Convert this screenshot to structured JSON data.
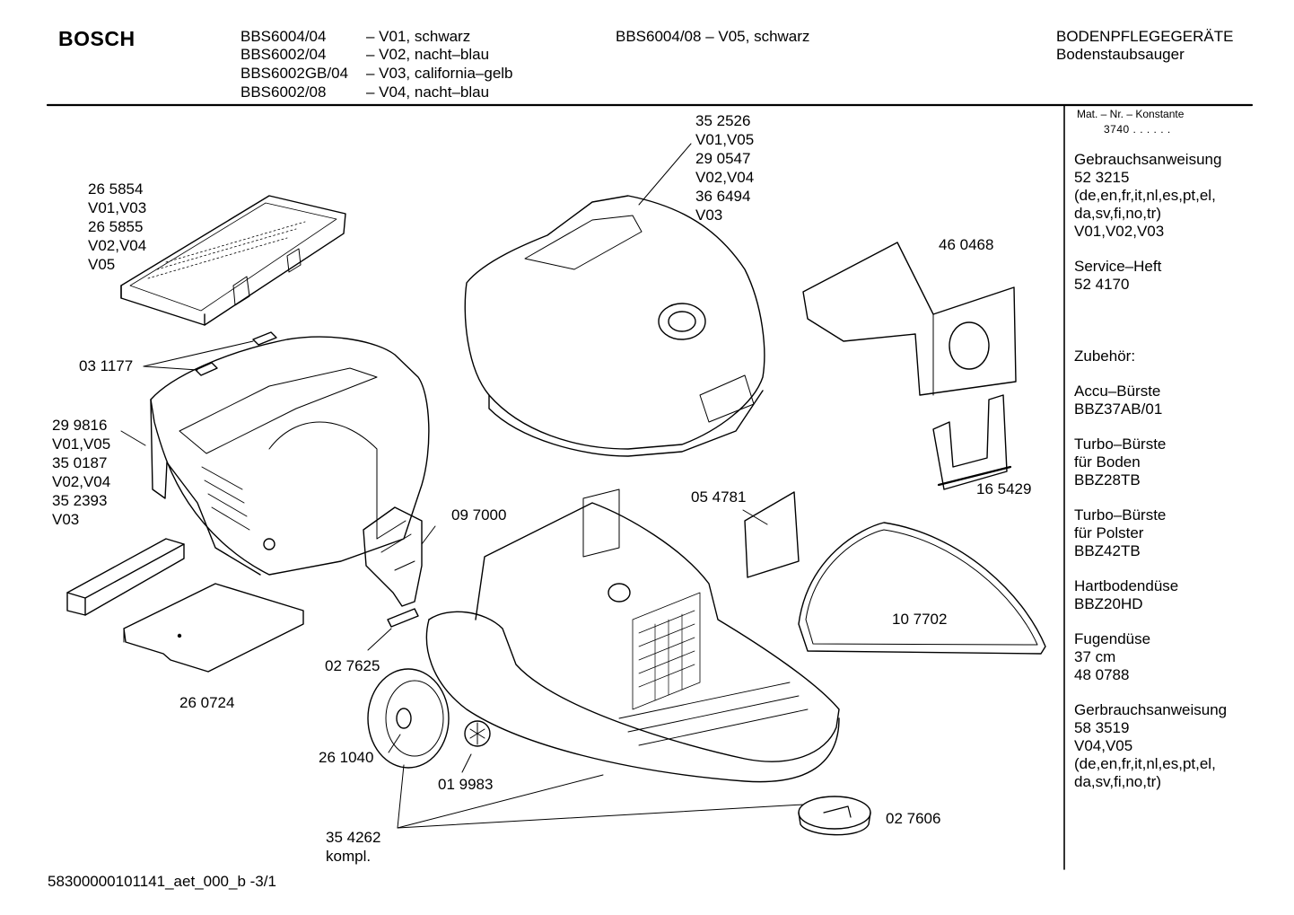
{
  "header": {
    "brand": "BOSCH",
    "models": [
      {
        "model": "BBS6004/04",
        "variant": "– V01, schwarz"
      },
      {
        "model": "BBS6002/04",
        "variant": "– V02, nacht–blau"
      },
      {
        "model": "BBS6002GB/04",
        "variant": "– V03, california–gelb"
      },
      {
        "model": "BBS6002/08",
        "variant": "– V04, nacht–blau"
      }
    ],
    "model_extra": "BBS6004/08 – V05, schwarz",
    "category": "BODENPFLEGEGERÄTE",
    "subcategory": "Bodenstaubsauger"
  },
  "sidebar": {
    "constant_label": "Mat. – Nr. – Konstante",
    "constant_value": "3740 . . . . . .",
    "blocks": [
      [
        "Gebrauchsanweisung",
        "52 3215",
        "(de,en,fr,it,nl,es,pt,el,",
        "da,sv,fi,no,tr)",
        "V01,V02,V03"
      ],
      [
        "Service–Heft",
        "52 4170"
      ],
      [
        "Zubehör:"
      ],
      [
        "Accu–Bürste",
        "BBZ37AB/01"
      ],
      [
        "Turbo–Bürste",
        "für Boden",
        "BBZ28TB"
      ],
      [
        "Turbo–Bürste",
        "für Polster",
        "BBZ42TB"
      ],
      [
        "Hartbodendüse",
        "BBZ20HD"
      ],
      [
        "Fugendüse",
        "37 cm",
        "48 0788"
      ],
      [
        "Gerbrauchsanweisung",
        "58 3519",
        "V04,V05",
        "(de,en,fr,it,nl,es,pt,el,",
        "da,sv,fi,no,tr)"
      ]
    ]
  },
  "parts": {
    "cover_group": [
      "35 2526",
      "V01,V05",
      "29 0547",
      "V02,V04",
      "36 6494",
      "V03"
    ],
    "filter_lid_group": [
      "26 5854",
      "V01,V03",
      "26 5855",
      "V02,V04",
      "V05"
    ],
    "clips": "03 1177",
    "housing_group": [
      "29 9816",
      "V01,V05",
      "35 0187",
      "V02,V04",
      "35 2393",
      "V03"
    ],
    "bag": "46 0468",
    "bag_holder": "16 5429",
    "filter_pad": "05 4781",
    "valve": "09 7000",
    "seal": "10 7702",
    "axle": "02 7625",
    "base_filter": "26 0724",
    "wheel": "26 1040",
    "hub": "01 9983",
    "caster": "02 7606",
    "complete_set": [
      "35 4262",
      "kompl."
    ]
  },
  "footer": {
    "doc_id": "58300000101141_aet_000_b  -3/1"
  }
}
